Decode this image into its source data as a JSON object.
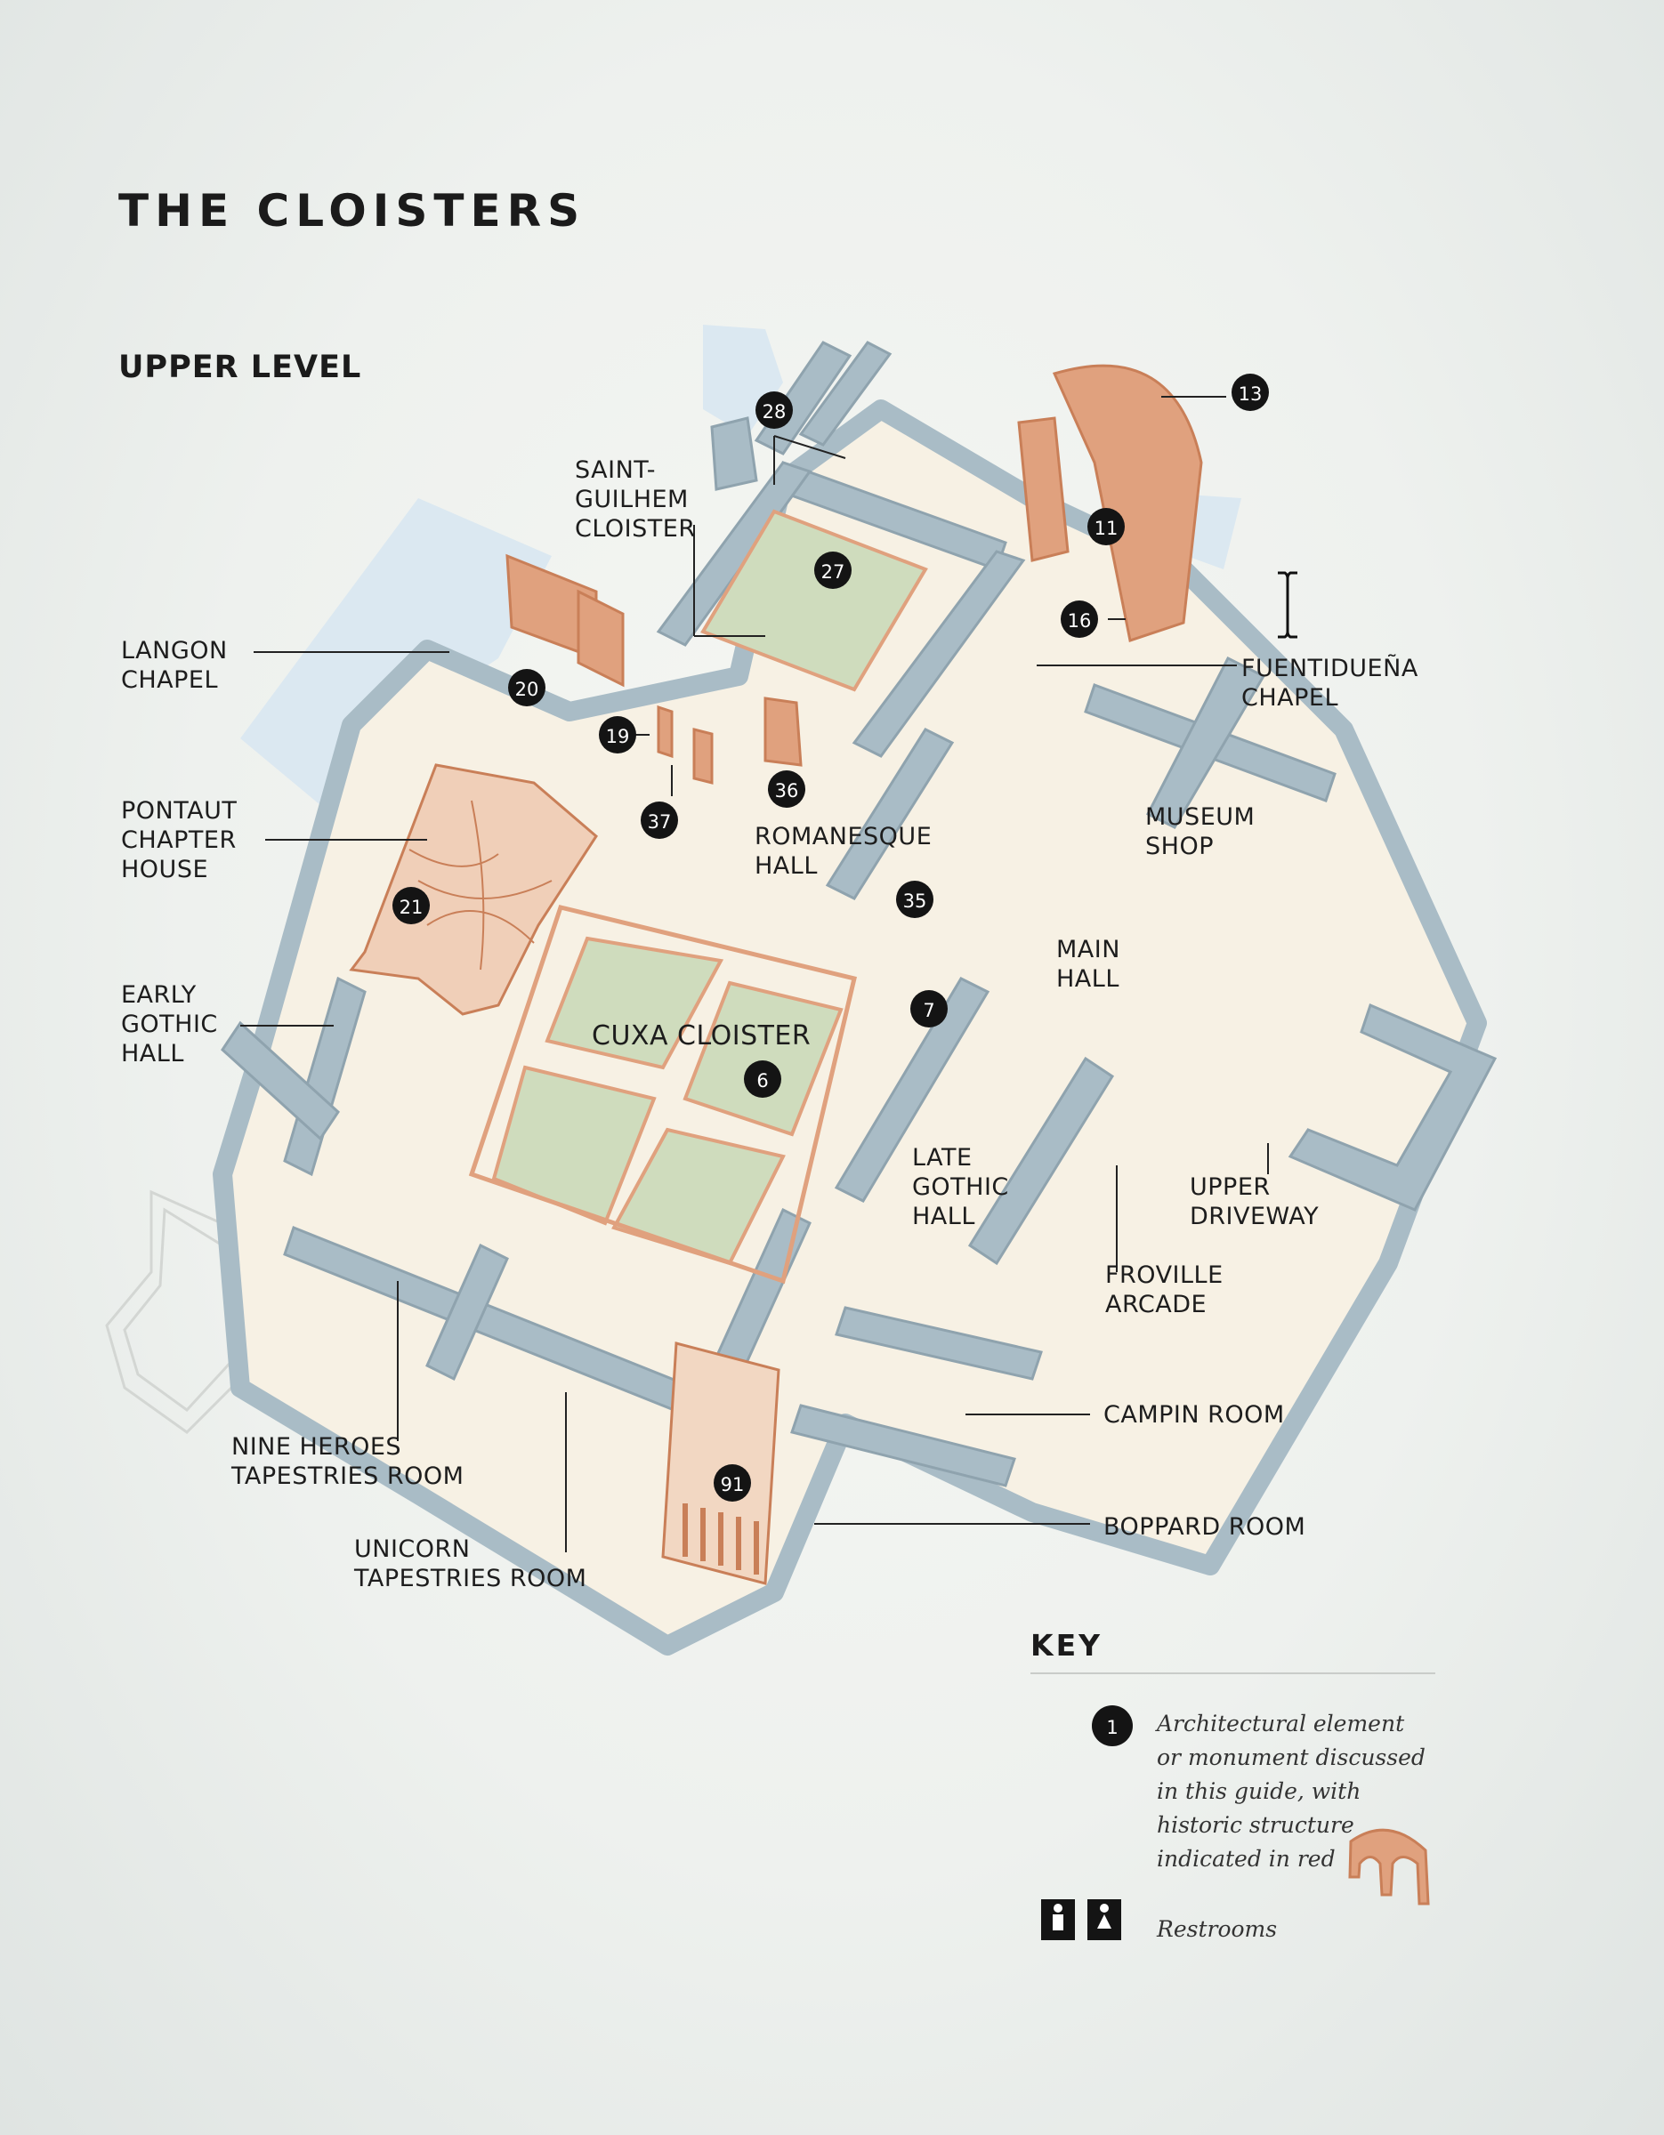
{
  "title": "THE CLOISTERS",
  "subtitle": "UPPER LEVEL",
  "rooms": {
    "saint_guilhem": [
      "SAINT-",
      "GUILHEM",
      "CLOISTER"
    ],
    "langon": [
      "LANGON",
      "CHAPEL"
    ],
    "pontaut": [
      "PONTAUT",
      "CHAPTER",
      "HOUSE"
    ],
    "early_gothic": [
      "EARLY",
      "GOTHIC",
      "HALL"
    ],
    "romanesque": [
      "ROMANESQUE",
      "HALL"
    ],
    "cuxa": "CUXA CLOISTER",
    "fuentiduena": [
      "FUENTIDUEÑA",
      "CHAPEL"
    ],
    "museum_shop": [
      "MUSEUM",
      "SHOP"
    ],
    "main_hall": [
      "MAIN",
      "HALL"
    ],
    "late_gothic": [
      "LATE",
      "GOTHIC",
      "HALL"
    ],
    "upper_driveway": [
      "UPPER",
      "DRIVEWAY"
    ],
    "froville": [
      "FROVILLE",
      "ARCADE"
    ],
    "campin": "CAMPIN ROOM",
    "boppard": "BOPPARD ROOM",
    "nine_heroes": [
      "NINE HEROES",
      "TAPESTRIES ROOM"
    ],
    "unicorn": [
      "UNICORN",
      "TAPESTRIES ROOM"
    ]
  },
  "markers": [
    "28",
    "13",
    "11",
    "27",
    "16",
    "20",
    "19",
    "36",
    "37",
    "21",
    "35",
    "7",
    "6",
    "91"
  ],
  "key": {
    "heading": "KEY",
    "marker_number": "1",
    "marker_desc": [
      "Architectural element",
      "or monument discussed",
      "in this guide, with",
      "historic structure",
      "indicated in red"
    ],
    "restrooms": "Restrooms"
  },
  "colors": {
    "wall": "#a9bcc6",
    "wall_dark": "#8fa3ae",
    "floor": "#fbf5ea",
    "garden": "#cfdcbd",
    "historic": "#e0a17e",
    "historic_dark": "#c97f58",
    "water": "#dbe8f1",
    "marker": "#141414"
  }
}
